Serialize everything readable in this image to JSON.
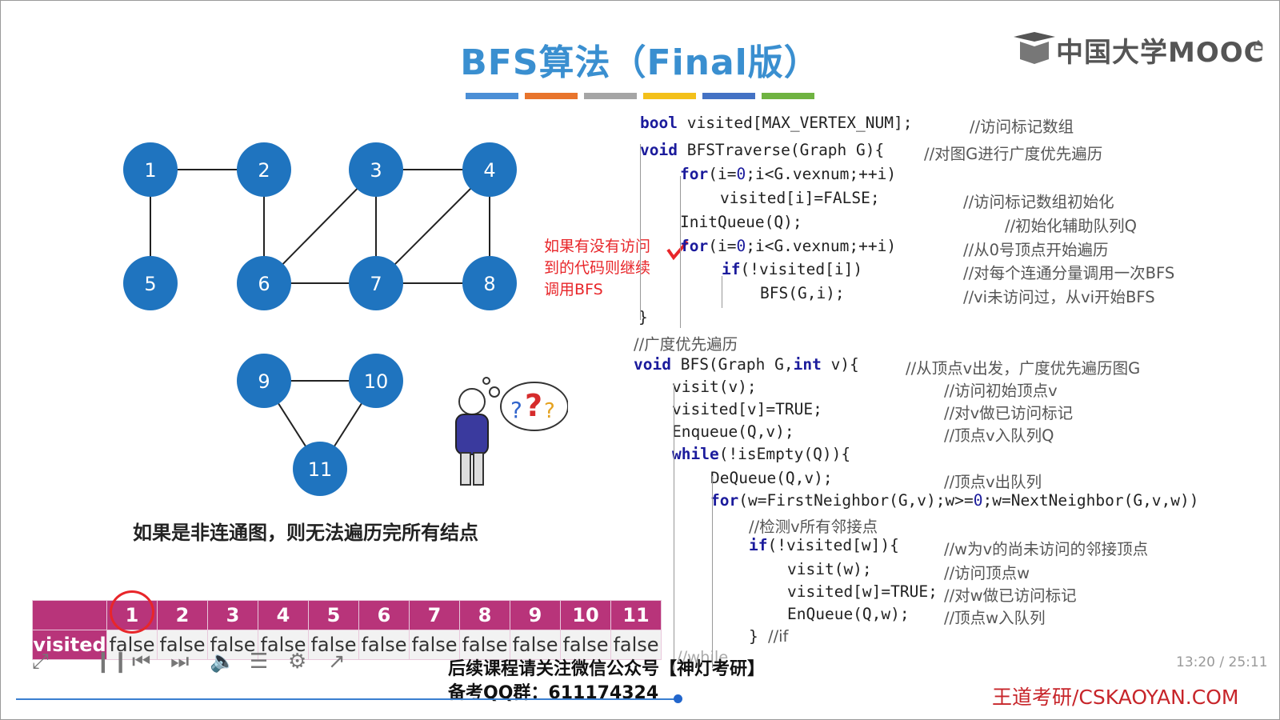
{
  "slide": {
    "title": "BFS算法（Final版）",
    "logo_text": "中国大学MOOC",
    "caption": "如果是非连通图，则无法遍历完所有结点",
    "annotation": [
      "如果有没有访问",
      "到的代码则继续",
      "调用BFS"
    ],
    "bar_colors": [
      "#4b8fd6",
      "#e8742c",
      "#a5a5a5",
      "#f3c01a",
      "#4472c4",
      "#6fb341"
    ]
  },
  "graph": {
    "node_color": "#1f74bf",
    "nodes": [
      {
        "id": "1"
      },
      {
        "id": "2"
      },
      {
        "id": "3"
      },
      {
        "id": "4"
      },
      {
        "id": "5"
      },
      {
        "id": "6"
      },
      {
        "id": "7"
      },
      {
        "id": "8"
      },
      {
        "id": "9"
      },
      {
        "id": "10"
      },
      {
        "id": "11"
      }
    ],
    "edges": [
      [
        "1",
        "2"
      ],
      [
        "1",
        "5"
      ],
      [
        "2",
        "6"
      ],
      [
        "3",
        "4"
      ],
      [
        "3",
        "6"
      ],
      [
        "3",
        "7"
      ],
      [
        "4",
        "7"
      ],
      [
        "4",
        "8"
      ],
      [
        "6",
        "7"
      ],
      [
        "7",
        "8"
      ],
      [
        "9",
        "10"
      ],
      [
        "9",
        "11"
      ],
      [
        "10",
        "11"
      ]
    ]
  },
  "code": {
    "lines": [
      {
        "code": "bool visited[MAX_VERTEX_NUM];",
        "comment": "//访问标记数组"
      },
      {
        "code": "void BFSTraverse(Graph G){",
        "comment": "//对图G进行广度优先遍历"
      },
      {
        "code": "for(i=0;i<G.vexnum;++i)",
        "comment": ""
      },
      {
        "code": "visited[i]=FALSE;",
        "comment": "//访问标记数组初始化"
      },
      {
        "code": "InitQueue(Q);",
        "comment": "//初始化辅助队列Q"
      },
      {
        "code": "for(i=0;i<G.vexnum;++i)",
        "comment": "//从0号顶点开始遍历"
      },
      {
        "code": "if(!visited[i])",
        "comment": "//对每个连通分量调用一次BFS"
      },
      {
        "code": "BFS(G,i);",
        "comment": "//vi未访问过，从vi开始BFS"
      },
      {
        "code": "}",
        "comment": ""
      },
      {
        "code": "",
        "comment": "//广度优先遍历"
      },
      {
        "code": "void BFS(Graph G,int v){",
        "comment": "//从顶点v出发，广度优先遍历图G"
      },
      {
        "code": "visit(v);",
        "comment": "//访问初始顶点v"
      },
      {
        "code": "visited[v]=TRUE;",
        "comment": "//对v做已访问标记"
      },
      {
        "code": "Enqueue(Q,v);",
        "comment": "//顶点v入队列Q"
      },
      {
        "code": "while(!isEmpty(Q)){",
        "comment": ""
      },
      {
        "code": "DeQueue(Q,v);",
        "comment": "//顶点v出队列"
      },
      {
        "code": "for(w=FirstNeighbor(G,v);w>=0;w=NextNeighbor(G,v,w))",
        "comment": ""
      },
      {
        "code": "",
        "comment": "//检测v所有邻接点"
      },
      {
        "code": "if(!visited[w]){",
        "comment": "//w为v的尚未访问的邻接顶点"
      },
      {
        "code": "visit(w);",
        "comment": "//访问顶点w"
      },
      {
        "code": "visited[w]=TRUE;",
        "comment": "//对w做已访问标记"
      },
      {
        "code": "EnQueue(Q,w);",
        "comment": "//顶点w入队列"
      },
      {
        "code": "}",
        "comment": "//if"
      },
      {
        "code": "",
        "comment": "//while"
      }
    ]
  },
  "table": {
    "row_label": "visited",
    "indices": [
      "1",
      "2",
      "3",
      "4",
      "5",
      "6",
      "7",
      "8",
      "9",
      "10",
      "11"
    ],
    "values": [
      "false",
      "false",
      "false",
      "false",
      "false",
      "false",
      "false",
      "false",
      "false",
      "false",
      "false"
    ]
  },
  "player": {
    "time": "13:20 / 25:11",
    "follow_text": "后续课程请关注微信公众号【神灯考研】",
    "qq_text": "备考QQ群：611174324",
    "brand": "王道考研/CSKAOYAN.COM",
    "icons": [
      "fullscreen-icon",
      "pause-icon",
      "prev-icon",
      "next-icon",
      "volume-icon",
      "playlist-icon",
      "settings-icon",
      "expand-icon"
    ]
  }
}
